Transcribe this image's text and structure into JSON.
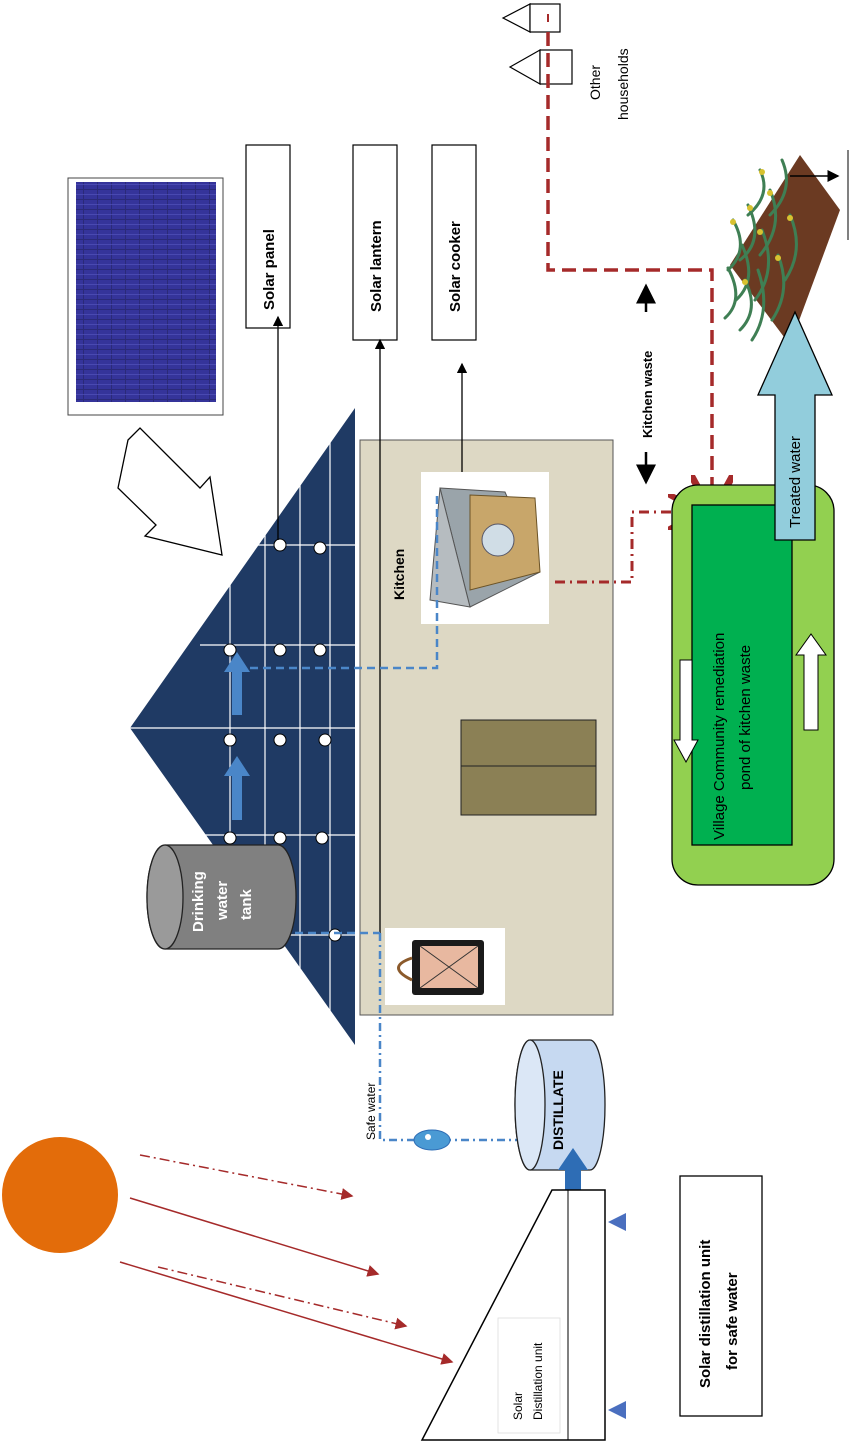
{
  "labels": {
    "other_households": [
      "Other",
      "households"
    ],
    "solar_panel": "Solar panel",
    "solar_lantern": "Solar lantern",
    "solar_cooker": "Solar cooker",
    "kitchen_waste": "Kitchen waste",
    "kitchen": "Kitchen",
    "treated_water": "Treated water",
    "pond": [
      "Village Community remediation",
      "pond of kitchen waste"
    ],
    "drinking_tank": [
      "Drinking",
      "water",
      "tank"
    ],
    "safe_water": "Safe water",
    "distillate": "DISTILLATE",
    "distillation_unit": [
      "Solar",
      "Distillation unit"
    ],
    "distillation_caption": [
      "Solar distillation unit",
      "for safe water"
    ]
  },
  "colors": {
    "roof": "#1f3a64",
    "kitchen_fill": "#ddd8c4",
    "pond_outer": "#92d050",
    "pond_inner": "#00b050",
    "treated_arrow": "#92cddc",
    "waste_line": "#a52a2a",
    "water_line": "#4a86c8",
    "sun": "#e36c0a",
    "distillate_tank": "#c6d9f1",
    "drinking_tank": "#808080",
    "window": "#8b8055"
  },
  "icons": {
    "solar_panel_image": "solar-panel-image",
    "cooker_image": "solar-cooker-image",
    "lantern_image": "lantern-image",
    "crops_image": "crop-field-image",
    "sun": "sun-icon",
    "water_drop": "water-drop-icon"
  }
}
